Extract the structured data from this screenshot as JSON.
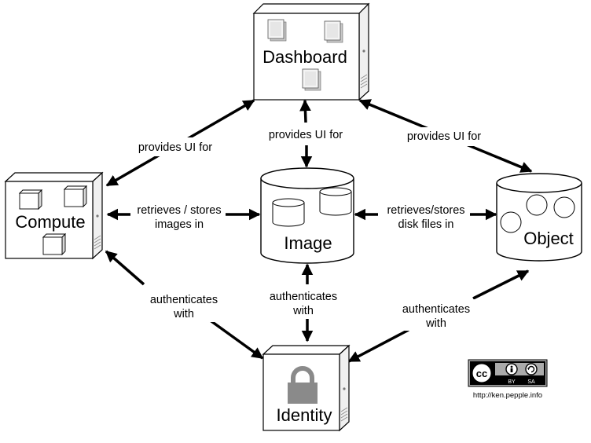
{
  "nodes": {
    "dashboard": {
      "label": "Dashboard"
    },
    "compute": {
      "label": "Compute"
    },
    "image": {
      "label": "Image"
    },
    "object": {
      "label": "Object"
    },
    "identity": {
      "label": "Identity"
    }
  },
  "edges": {
    "dash_compute": [
      "provides UI for"
    ],
    "dash_image": [
      "provides UI for"
    ],
    "dash_object": [
      "provides UI for"
    ],
    "compute_image": [
      "retrieves / stores",
      "images in"
    ],
    "image_object": [
      "retrieves/stores",
      "disk files in"
    ],
    "compute_identity": [
      "authenticates",
      "with"
    ],
    "image_identity": [
      "authenticates",
      "with"
    ],
    "object_identity": [
      "authenticates",
      "with"
    ]
  },
  "license": {
    "cc_text": "cc",
    "by_text": "BY",
    "sa_text": "SA",
    "url": "http://ken.pepple.info"
  },
  "colors": {
    "stroke": "#000000",
    "box_face": "#ffffff",
    "box_side": "#f0f0f0",
    "lock": "#8a8a8a"
  }
}
